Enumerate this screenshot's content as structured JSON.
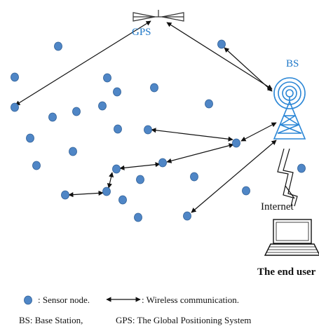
{
  "labels": {
    "gps": "GPS",
    "bs": "BS",
    "internet": "Internet",
    "end_user": "The end user"
  },
  "legend": {
    "sensor_node": ": Sensor node.",
    "wireless": ": Wireless communication.",
    "abbrev_bs": "BS: Base Station,",
    "abbrev_gps": "GPS:  The Global Positioning System"
  },
  "colors": {
    "node_fill": "#4f86c6",
    "node_stroke": "#2f5f96",
    "label_blue": "#1f78c8",
    "tower": "#2a86d6",
    "arrow": "#111111"
  },
  "icons": [
    "satellite-icon",
    "base-station-tower-icon",
    "lightning-bolt-icon",
    "laptop-icon"
  ]
}
